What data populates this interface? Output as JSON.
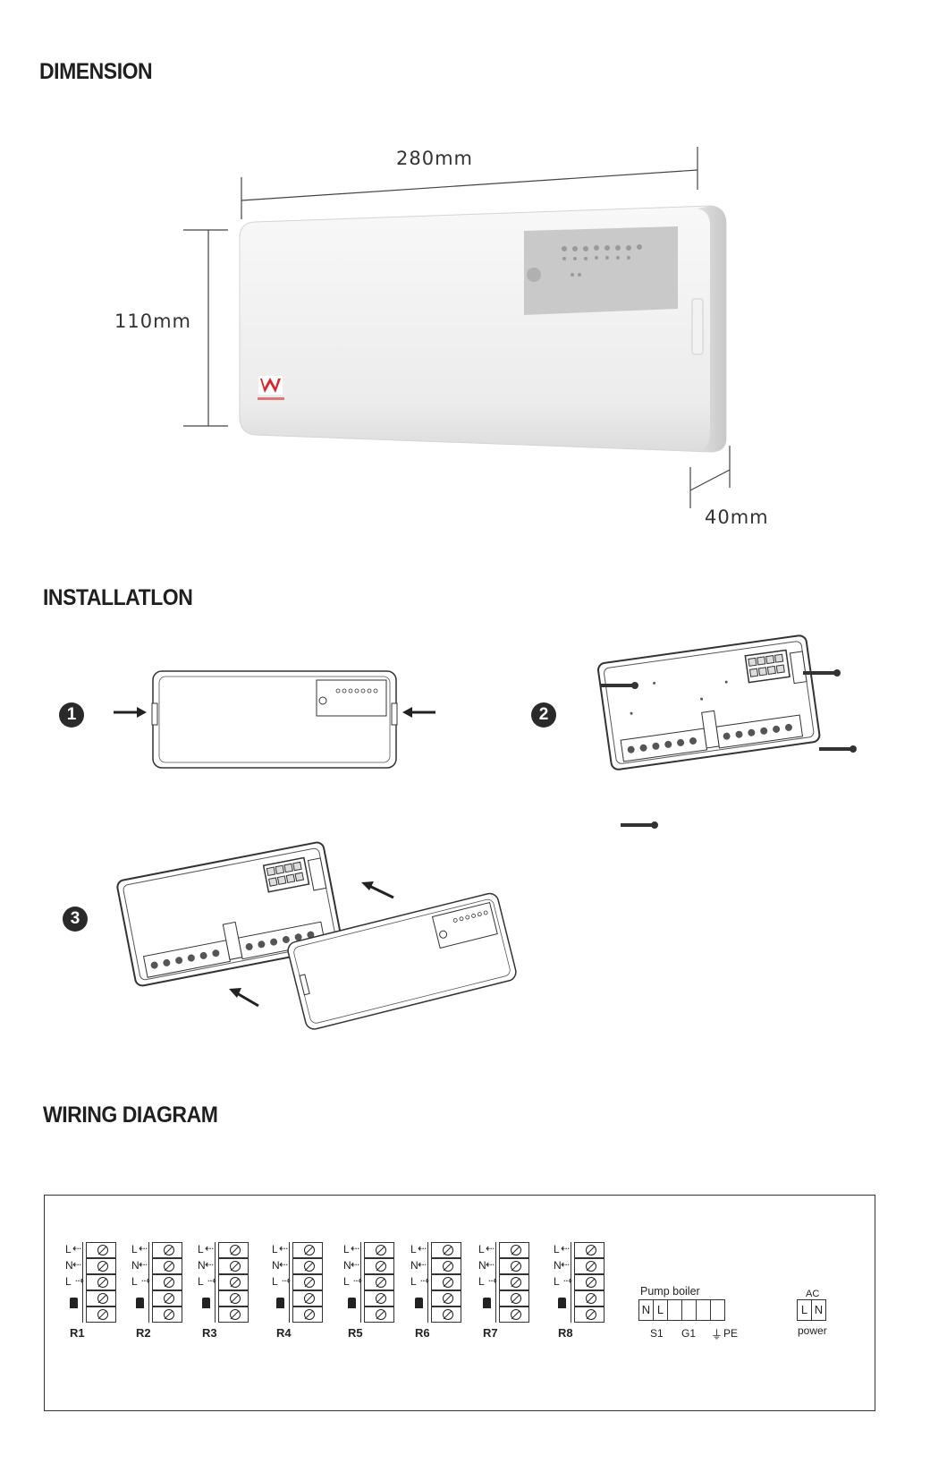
{
  "sections": {
    "dimension": "DIMENSION",
    "installation": "INSTALLATLON",
    "wiring": "WIRING DIAGRAM"
  },
  "dimensions": {
    "width": "280mm",
    "height": "110mm",
    "depth": "40mm"
  },
  "steps": [
    "1",
    "2",
    "3"
  ],
  "terminals": {
    "line_labels": [
      "L",
      "N",
      "L"
    ],
    "relays": [
      "R1",
      "R2",
      "R3",
      "R4",
      "R5",
      "R6",
      "R7",
      "R8"
    ]
  },
  "pump_boiler": {
    "title": "Pump  boiler",
    "cells": [
      "N",
      "L",
      "",
      "",
      "",
      ""
    ],
    "bottom_labels": [
      "S1",
      "G1",
      "PE"
    ]
  },
  "ac_power": {
    "top": "AC",
    "cells": [
      "L",
      "N"
    ],
    "bottom": "power"
  },
  "colors": {
    "logo_red": "#d9262c",
    "device_body": "#eeeeee",
    "panel_gray": "#c9c9c9"
  }
}
